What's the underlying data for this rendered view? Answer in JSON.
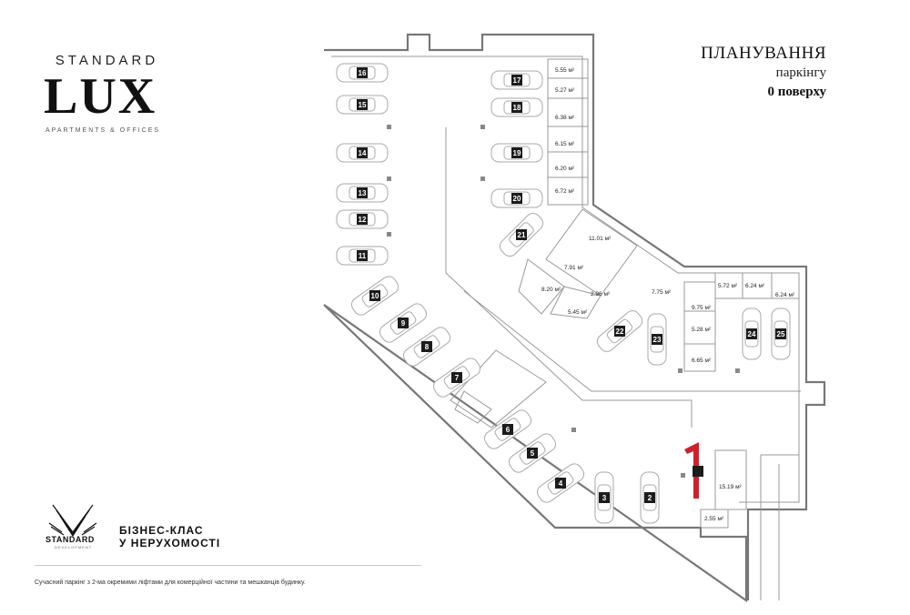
{
  "brand": {
    "top": "STANDARD",
    "main": "LUX",
    "subtitle": "APARTMENTS & OFFICES"
  },
  "title": {
    "line1": "ПЛАНУВАННЯ",
    "line2": "паркінгу",
    "line3": "0 поверху"
  },
  "developer": {
    "name": "STANDARD",
    "sub": "DEVELOPMENT",
    "slogan_line1": "БІЗНЕС-КЛАС",
    "slogan_line2": "У НЕРУХОМОСТІ"
  },
  "footer_note": "Сучасний паркінг з 2-ма окремими ліфтами для комерційної частини та мешканців будинку.",
  "highlight_color": "#d0202a",
  "storage_rooms": [
    {
      "label": "5.55 м²"
    },
    {
      "label": "5.27 м²"
    },
    {
      "label": "6.38 м²"
    },
    {
      "label": "6.15 м²"
    },
    {
      "label": "6.20 м²"
    },
    {
      "label": "6.72 м²"
    },
    {
      "label": "11.01 м²"
    },
    {
      "label": "7.91 м²"
    },
    {
      "label": "8.20 м²"
    },
    {
      "label": "2.96 м²"
    },
    {
      "label": "5.45 м²"
    },
    {
      "label": "7.75 м²"
    },
    {
      "label": "9.75 м²"
    },
    {
      "label": "5.72 м²"
    },
    {
      "label": "6.24 м²"
    },
    {
      "label": "6.24 м²"
    },
    {
      "label": "5.28 м²"
    },
    {
      "label": "6.65 м²"
    },
    {
      "label": "15.19 м²"
    },
    {
      "label": "2.55 м²"
    }
  ],
  "parking_spots": [
    {
      "num": "16"
    },
    {
      "num": "15"
    },
    {
      "num": "14"
    },
    {
      "num": "13"
    },
    {
      "num": "12"
    },
    {
      "num": "11"
    },
    {
      "num": "10"
    },
    {
      "num": "9"
    },
    {
      "num": "8"
    },
    {
      "num": "7"
    },
    {
      "num": "6"
    },
    {
      "num": "5"
    },
    {
      "num": "4"
    },
    {
      "num": "3"
    },
    {
      "num": "2"
    },
    {
      "num": "17"
    },
    {
      "num": "18"
    },
    {
      "num": "19"
    },
    {
      "num": "20"
    },
    {
      "num": "21"
    },
    {
      "num": "22"
    },
    {
      "num": "23"
    },
    {
      "num": "24"
    },
    {
      "num": "25"
    }
  ],
  "entrance_marker": "1"
}
